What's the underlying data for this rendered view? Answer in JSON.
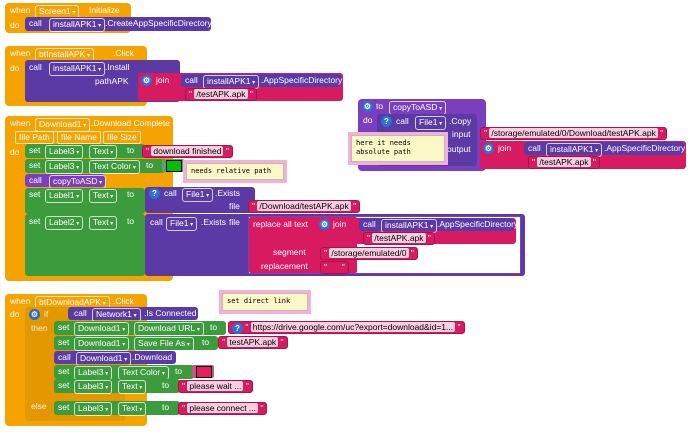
{
  "common": {
    "when": "when",
    "do": "do",
    "call": "call",
    "set": "set",
    "to": "to",
    "join": "join",
    "if": "if",
    "then": "then",
    "else": "else",
    "file": "file"
  },
  "screen1_block": {
    "component": "Screen1",
    "event": "Initialize",
    "call_component": "installAPK1",
    "method": ".CreateAppSpecificDirectory"
  },
  "btinstall_block": {
    "component": "btInstallAPK",
    "event": ".Click",
    "call_component": "installAPK1",
    "method": ".Install",
    "param_label": "pathAPK",
    "join_call_component": "installAPK1",
    "join_property": ".AppSpecificDirectory",
    "join_string": "/testAPK.apk"
  },
  "download_complete_block": {
    "component": "Download1",
    "event": ".Download Complete",
    "params": [
      "file Path",
      "file Name",
      "file Size"
    ],
    "set1_component": "Label3",
    "set1_property": "Text",
    "set1_value": "download finished",
    "set2_component": "Label3",
    "set2_property": "Text Color",
    "set2_color": "#00c000",
    "call_proc": "copyToASD",
    "set3_component": "Label1",
    "set3_property": "Text",
    "exists_component": "File1",
    "exists_method": ".Exists",
    "exists_file_value": "/Download/testAPK.apk",
    "set4_component": "Label2",
    "set4_property": "Text",
    "replace_label": "replace all text",
    "replace_call_component": "installAPK1",
    "replace_property": ".AppSpecificDirectory",
    "replace_join_string": "/testAPK.apk",
    "segment_label": "segment",
    "segment_value": "/storage/emulated/0",
    "replacement_label": "replacement",
    "replacement_value": ""
  },
  "copy_proc_block": {
    "keyword": "to",
    "name": "copyToASD",
    "call_component": "File1",
    "method": ".Copy",
    "input_label": "input",
    "input_value": "/storage/emulated/0/Download/testAPK.apk",
    "output_label": "output",
    "join_call_component": "installAPK1",
    "join_property": ".AppSpecificDirectory",
    "join_string": "/testAPK.apk"
  },
  "download_click_block": {
    "component": "btDownloadAPK",
    "event": ".Click",
    "network_component": "Network1",
    "network_method": ".Is Connected",
    "set1_component": "Download1",
    "set1_property": "Download URL",
    "set1_value": "https://drive.google.com/uc?export=download&id=1...",
    "set2_component": "Download1",
    "set2_property": "Save File As",
    "set2_value": "testAPK.apk",
    "call_component": "Download1",
    "call_method": ".Download",
    "set3_component": "Label3",
    "set3_property": "Text Color",
    "set3_color": "#e81e63",
    "set4_component": "Label3",
    "set4_property": "Text",
    "set4_value": "please wait ...",
    "else_component": "Label3",
    "else_property": "Text",
    "else_value": "please connect ..."
  },
  "comments": {
    "relative": "needs relative path",
    "absolute": "here it needs\nabsolute path",
    "direct": "set direct link"
  },
  "colors": {
    "event": "#f4a300",
    "call": "#5b3aa6",
    "setter": "#3c9b3c",
    "text": "#d81b60",
    "control": "#f4a300"
  }
}
